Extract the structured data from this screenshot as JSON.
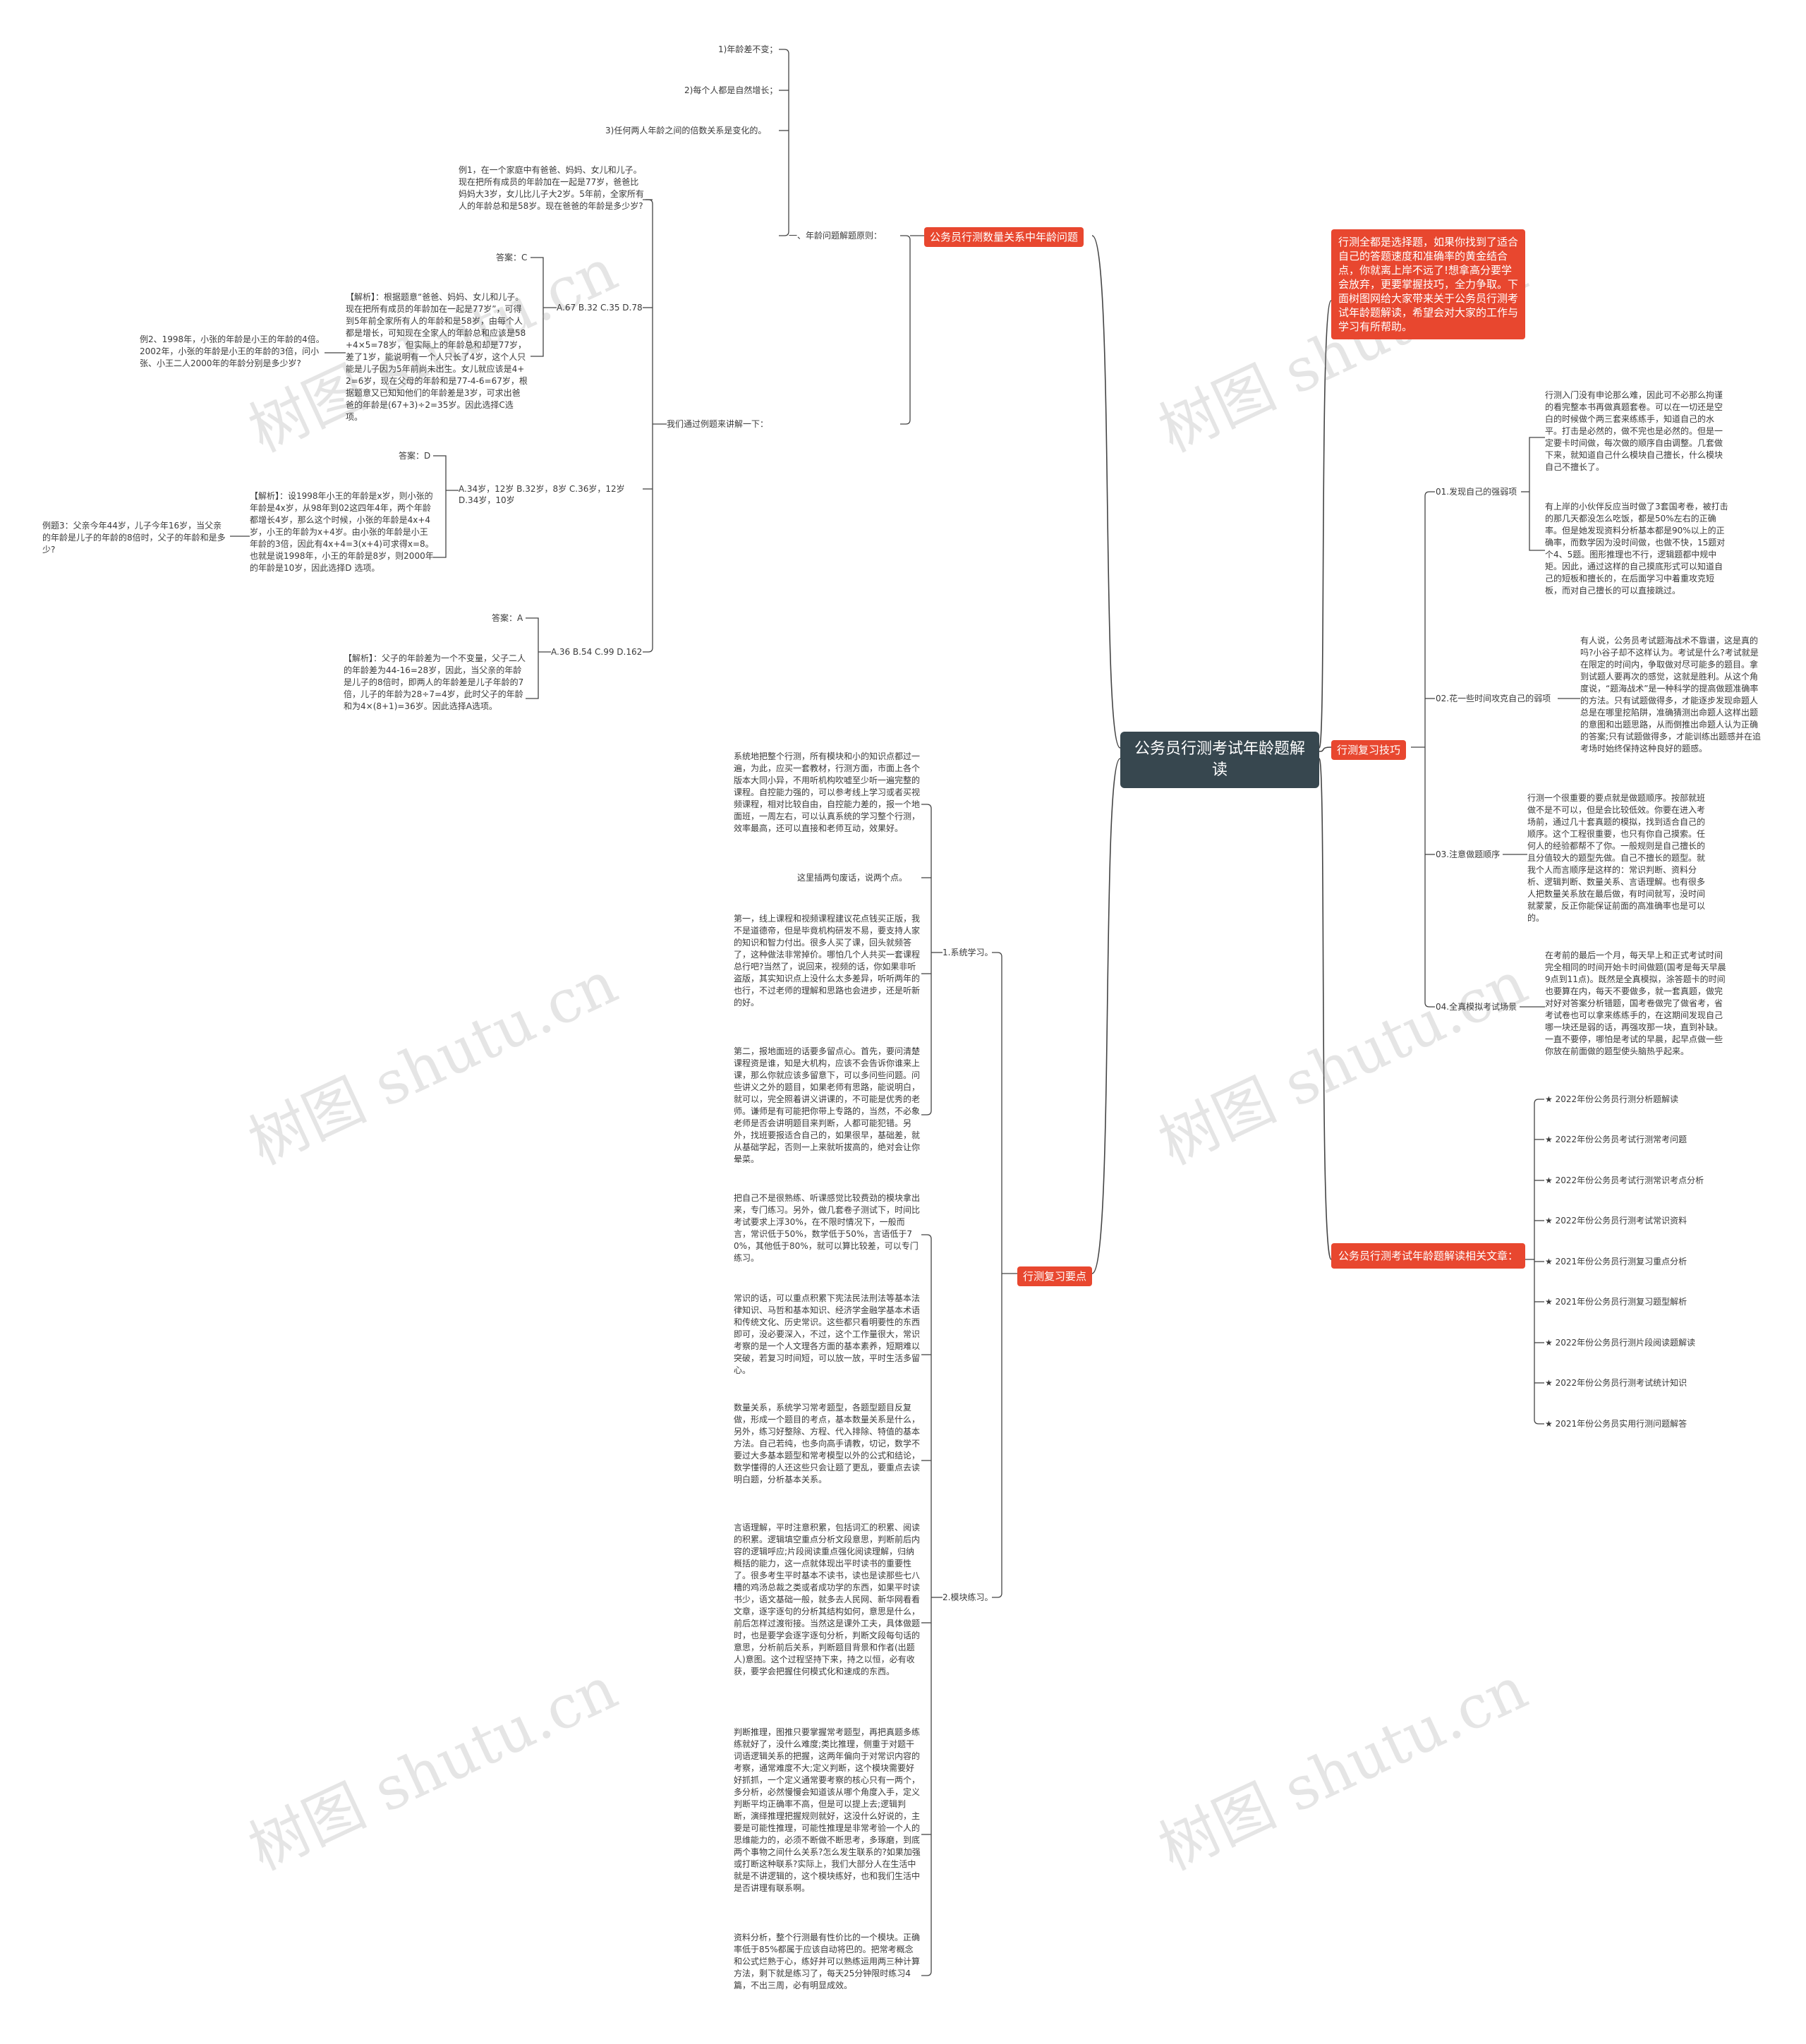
{
  "root": {
    "title": "公务员行测考试年龄题解读"
  },
  "watermark": "树图 shutu.cn",
  "left_top": {
    "branch": "公务员行测数量关系中年龄问题",
    "sub1": {
      "label": "一、年龄问题解题原则：",
      "items": [
        "1)年龄差不变；",
        "2)每个人都是自然增长；",
        "3)任何两人年龄之间的倍数关系是变化的。"
      ]
    },
    "sub2": {
      "label": "我们通过例题来讲解一下：",
      "ex1": {
        "question": "例1，在一个家庭中有爸爸、妈妈、女儿和儿子。现在把所有成员的年龄加在一起是77岁，爸爸比妈妈大3岁，女儿比儿子大2岁。5年前，全家所有人的年龄总和是58岁。现在爸爸的年龄是多少岁?",
        "options": "A.67 B.32 C.35 D.78",
        "answer": "答案：C",
        "analysis": "【解析】：根据题意“爸爸、妈妈、女儿和儿子。现在把所有成员的年龄加在一起是77岁”，可得到5年前全家所有人的年龄和是58岁，由每个人都是增长，可知现在全家人的年龄总和应该是58+4×5=78岁，但实际上的年龄总和却是77岁，差了1岁，能说明有一个人只长了4岁，这个人只能是儿子因为5年前尚未出生。女儿就应该是4+2=6岁，现在父母的年龄和是77-4-6=67岁，根据题意又已知知他们的年龄差是3岁，可求出爸爸的年龄是(67+3)÷2=35岁。因此选择C选项。"
      },
      "ex2": {
        "question": "例2、1998年，小张的年龄是小王的年龄的4倍。2002年，小张的年龄是小王的年龄的3倍，问小张、小王二人2000年的年龄分别是多少岁?",
        "options": "A.34岁，12岁 B.32岁，8岁 C.36岁，12岁 D.34岁，10岁",
        "answer": "答案：D",
        "analysis": "【解析】：设1998年小王的年龄是x岁，则小张的年龄是4x岁，从98年到02这四年4年，两个年龄都增长4岁，那么这个时候，小张的年龄是4x+4岁，小王的年龄为x+4岁。由小张的年龄是小王年龄的3倍，因此有4x+4=3(x+4)可求得x=8。也就是说1998年，小王的年龄是8岁，则2000年的年龄是10岁，因此选择D 选项。"
      },
      "ex3": {
        "question": "例题3：父亲今年44岁，儿子今年16岁，当父亲的年龄是儿子的年龄的8倍时，父子的年龄和是多少?",
        "options": "A.36 B.54 C.99 D.162",
        "answer": "答案：A",
        "analysis": "【解析】：父子的年龄差为一个不变量，父子二人的年龄差为44-16=28岁，因此，当父亲的年龄是儿子的8倍时，即两人的年龄差是儿子年龄的7倍，儿子的年龄为28÷7=4岁，此时父子的年龄和为4×(8+1)=36岁。因此选择A选项。"
      }
    }
  },
  "left_bottom": {
    "branch": "行测复习要点",
    "sub1": {
      "label": "1.系统学习。",
      "texts": [
        "系统地把整个行测，所有模块和小的知识点都过一遍，为此，应买一套教材，行测方面，市面上各个版本大同小异，不用听机构吹嘘至少听一遍完整的课程。自控能力强的，可以参考线上学习或者买视频课程，相对比较自由，自控能力差的，报一个地面班，一周左右，可以认真系统的学习整个行测，效率最高，还可以直接和老师互动，效果好。",
        "这里插两句废话，说两个点。",
        "第一，线上课程和视频课程建议花点钱买正版，我不是道德帝，但是毕竟机构研发不易，要支持人家的知识和智力付出。很多人买了课，回头就频答了，这种做法非常掉价。哪怕几个人共买一套课程总行吧?当然了，说回来，视频的话，你如果非听盗版，其实知识点上没什么太多差异，听听两年的也行，不过老师的理解和思路也会进步，还是听新的好。",
        "第二，报地面班的话要多留点心。首先，要问清楚课程资是谁，知是大机构，应该不会告诉你谁来上课，那么你就应该多留意下，可以多问些问题。问些讲义之外的题目，如果老师有思路，能说明白，就可以，完全照着讲义讲课的，不可能是优秀的老师。谦师是有可能把你带上专路的，当然，不必象老师是否会讲明题目来判断，人都可能犯错。另外，找班要报适合自己的，如果很早，基础差，就从基础学起，否则一上来就听拔高的，绝对会让你晕菜。"
      ]
    },
    "sub2": {
      "label": "2.模块练习。",
      "texts": [
        "把自己不是很熟练、听课感觉比较费劲的模块拿出来，专门练习。另外，做几套卷子测试下，时间比考试要求上浮30%，在不限时情况下，一般而言，常识低于50%，数学低于50%，言语低于70%，其他低于80%，就可以算比较差，可以专门练习。",
        "常识的话，可以重点积累下宪法民法刑法等基本法律知识、马哲和基本知识、经济学金融学基本术语和传统文化、历史常识。这些都只看明要性的东西即可，没必要深入，不过，这个工作量很大，常识考察的是一个人文理各方面的基本素养，短期难以突破，若复习时间短，可以放一放，平时生活多留心。",
        "数量关系，系统学习常考题型，各题型题目反复做，形成一个题目的考点，基本数量关系是什么，另外，练习好整除、方程、代入排除、特值的基本方法。自己若纯，也多向高手请教，切记，数学不要过大多基本题型和常考模型以外的公式和结论，数学懂得的人还这些只会让题了更乱，要重点去读明白题，分析基本关系。",
        "言语理解，平时注意积累，包括词汇的积累、阅读的积累。逻辑填空重点分析文段意思，判断前后内容的逻辑呼应;片段阅读重点强化阅读理解，归纳概括的能力，这一点就体现出平时读书的重要性了。很多考生平时基本不读书，读也是读那些七八糟的鸡汤总裁之类或者成功学的东西，如果平时读书少，语文基础一般，就多去人民网、新华网看看文章，逐字逐句的分析其结构如何，意思是什么，前后怎样过渡衔接。当然这是课外工夫，具体做题时，也是要学会逐字逐句分析，判断文段每句话的意思，分析前后关系，判断题目背景和作者(出题人)意图。这个过程坚持下来，持之以恒，必有收获，要学会把握住何模式化和速成的东西。",
        "判断推理，图推只要掌握常考题型，再把真题多练练就好了，没什么难度;类比推理，侧重于对题干词语逻辑关系的把握，这两年偏向于对常识内容的考察，通常难度不大;定义判断，这个模块需要好好抓抓，一个定义通常要考察的核心只有一两个，多分析，必然慢慢会知道该从哪个角度入手，定义判断平均正确率不高，但是可以提上去;逻辑判断，演绎推理把握规则就好，这没什么好说的，主要是可能性推理，可能性推理是非常考验一个人的思维能力的，必须不断做不断思考，多琢磨，到底两个事物之间什么关系?怎么发生联系的?如果加强或打断这种联系?实际上，我们大部分人在生活中就是不讲逻辑的，这个模块练好，也和我们生活中是否讲理有联系啊。",
        "资料分析，整个行测最有性价比的一个模块。正确率低于85%都属于应该自动将巴的。把常考概念和公式烂熟于心，练好并可以熟练运用两三种计算方法，剩下就是练习了，每天25分钟限时练习4篇，不出三周，必有明显成效。"
      ]
    }
  },
  "right": {
    "intro": "行测全都是选择题，如果你找到了适合自己的答题速度和准确率的黄金结合点，你就离上岸不远了!想拿高分要学会放弃，更要掌握技巧，全力争取。下面树图网给大家带来关于公务员行测考试年龄题解读，希望会对大家的工作与学习有所帮助。",
    "tips": {
      "branch": "行测复习技巧",
      "items": [
        {
          "label": "01.发现自己的强弱项",
          "texts": [
            "行测入门没有申论那么难，因此可不必那么拘谨的看完整本书再做真题套卷。可以在一切还是空白的时候做个两三套来练练手，知道自己的水平。打击是必然的，做不完也是必然的。但是一定要卡时间做，每次做的顺序自由调整。几套做下来，就知道自己什么模块自己擅长，什么模块自己不擅长了。",
            "有上岸的小伙伴反应当时做了3套国考卷，被打击的那几天都没怎么吃饭，都是50%左右的正确率。但是她发现资料分析基本都是90%以上的正确率，而数学因为没时间做，也做不快，15题对个4、5题。图形推理也不行，逻辑题都中规中矩。因此，通过这样的自己摸底形式可以知道自己的短板和擅长的，在后面学习中着重攻克短板，而对自己擅长的可以直接跳过。"
          ]
        },
        {
          "label": "02.花一些时间攻克自己的弱项",
          "texts": [
            "有人说，公务员考试题海战术不靠谱，这是真的吗?小谷子却不这样认为。考试是什么?考试就是在限定的时间内，争取做对尽可能多的题目。拿到试题人要再次的感觉，这就是胜利。从这个角度说，“题海战术”是一种科学的提高做题准确率的方法。只有试题做得多，才能逐步发现命题人总是在哪里挖陷阱，准确猜测出命题人这样出题的意图和出题思路，从而倒推出命题人认为正确的答案;只有试题做得多，才能训练出题感并在追考场时始终保持这种良好的题感。"
          ]
        },
        {
          "label": "03.注意做题顺序",
          "texts": [
            "行测一个很重要的要点就是做题顺序。按部就班做不是不可以，但是会比较低效。你要在进入考场前，通过几十套真题的模拟，找到适合自己的顺序。这个工程很重要，也只有你自己摸索。任何人的经验都帮不了你。一般规则是自己擅长的且分值较大的题型先做。自己不擅长的题型。就我个人而言顺序是这样的：常识判断、资料分析、逻辑判断、数量关系、言语理解。也有很多人把数量关系放在最后做，有时间就写，没时间就蒙蒙，反正你能保证前面的高准确率也是可以的。"
          ]
        },
        {
          "label": "04.全真模拟考试场景",
          "texts": [
            "在考前的最后一个月，每天早上和正式考试时间完全相同的时间开始卡时间做题(国考是每天早晨9点到11点)。既然是全真模拟，涂答题卡的时间也要算在内，每天不要做多，就一套真题，做完对好对答案分析错题，国考卷做完了做省考，省考试卷也可以拿来练练手的，在这期间发现自己哪一块还是弱的话，再强攻那一块，直到补缺。一直不要停，哪怕是考试的早晨，起早点做一些你放在前面做的题型使头脑热乎起来。"
          ]
        }
      ]
    },
    "related": {
      "branch": "公务员行测考试年龄题解读相关文章：",
      "items": [
        "★ 2022年份公务员行测分析题解读",
        "★ 2022年份公务员考试行测常考问题",
        "★ 2022年份公务员考试行测常识考点分析",
        "★ 2022年份公务员行测考试常识资料",
        "★ 2021年份公务员行测复习重点分析",
        "★ 2021年份公务员行测复习题型解析",
        "★ 2022年份公务员行测片段阅读题解读",
        "★ 2022年份公务员行测考试统计知识",
        "★ 2021年份公务员实用行测问题解答"
      ]
    }
  },
  "colors": {
    "root": "#37474f",
    "branch": "#e8472f",
    "line": "#444444",
    "text": "#3a3a3a"
  }
}
